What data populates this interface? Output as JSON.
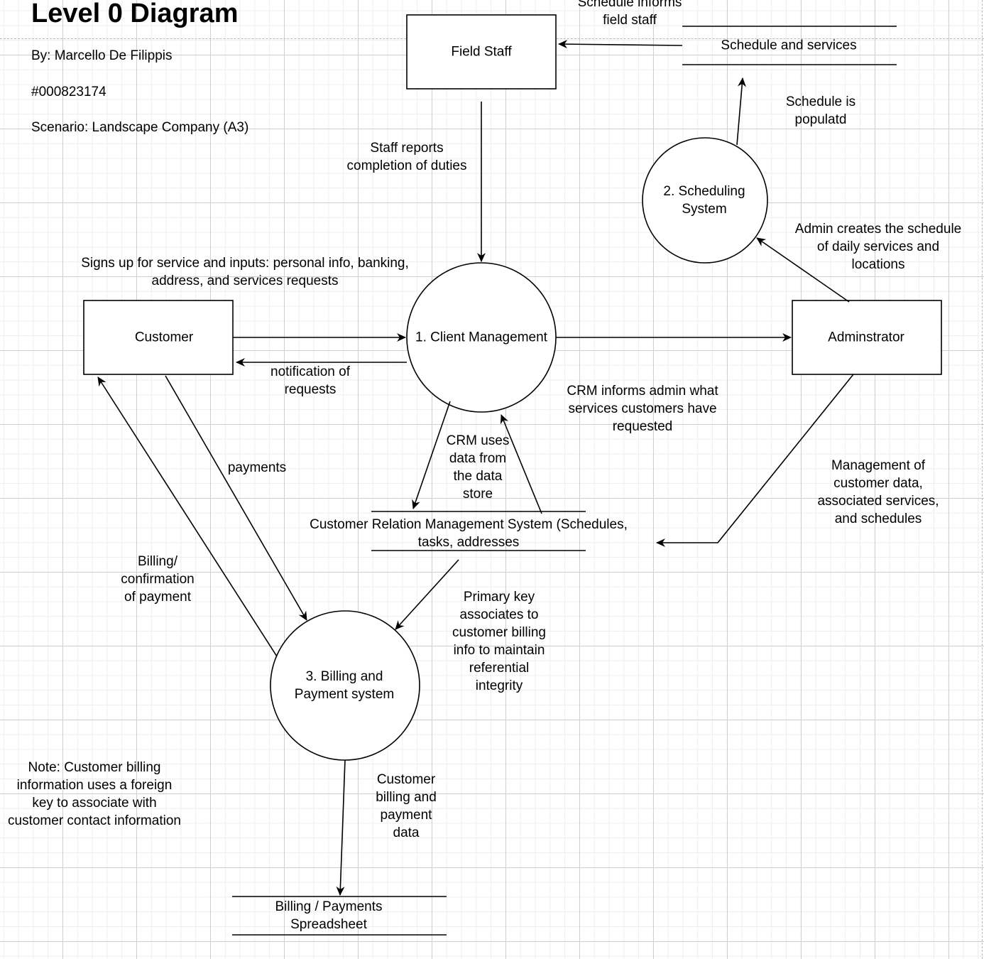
{
  "header": {
    "title": "Level 0 Diagram",
    "author": "By: Marcello De Filippis",
    "id_number": "#000823174",
    "scenario": "Scenario: Landscape Company (A3)"
  },
  "entities": {
    "field_staff": "Field Staff",
    "customer": "Customer",
    "administrator": "Adminstrator"
  },
  "processes": {
    "client_management": "1. Client Management",
    "scheduling_system": [
      "2. Scheduling",
      "System"
    ],
    "billing_system": [
      "3. Billing and",
      "Payment system"
    ]
  },
  "data_stores": {
    "schedule_services": "Schedule and services",
    "crm": [
      "Customer Relation Management System (Schedules,",
      "tasks, addresses"
    ],
    "billing_spreadsheet": [
      "Billing / Payments",
      "Spreadsheet"
    ]
  },
  "flows": {
    "schedule_informs": [
      "Schedule informs",
      "field staff"
    ],
    "schedule_populated": [
      "Schedule is",
      "populatd"
    ],
    "staff_reports": [
      "Staff reports",
      "completion of duties"
    ],
    "admin_creates": [
      "Admin creates the schedule",
      "of daily services and",
      "locations"
    ],
    "signs_up": [
      "Signs up for service and inputs: personal info, banking,",
      "address, and services requests"
    ],
    "notification": [
      "notification of",
      "requests"
    ],
    "crm_informs_admin": [
      "CRM informs admin what",
      "services customers have",
      "requested"
    ],
    "crm_uses_data": [
      "CRM uses",
      "data from",
      "the data",
      "store"
    ],
    "payments": "payments",
    "management": [
      "Management of",
      "customer data,",
      "associated services,",
      "and schedules"
    ],
    "billing_confirmation": [
      "Billing/",
      "confirmation",
      "of payment"
    ],
    "primary_key": [
      "Primary key",
      "associates to",
      "customer billing",
      "info to maintain",
      "referential",
      "integrity"
    ],
    "billing_data": [
      "Customer",
      "billing and",
      "payment",
      "data"
    ]
  },
  "notes": {
    "foreign_key": [
      "Note: Customer billing",
      "information uses a foreign",
      "key to associate with",
      "customer contact information"
    ]
  }
}
